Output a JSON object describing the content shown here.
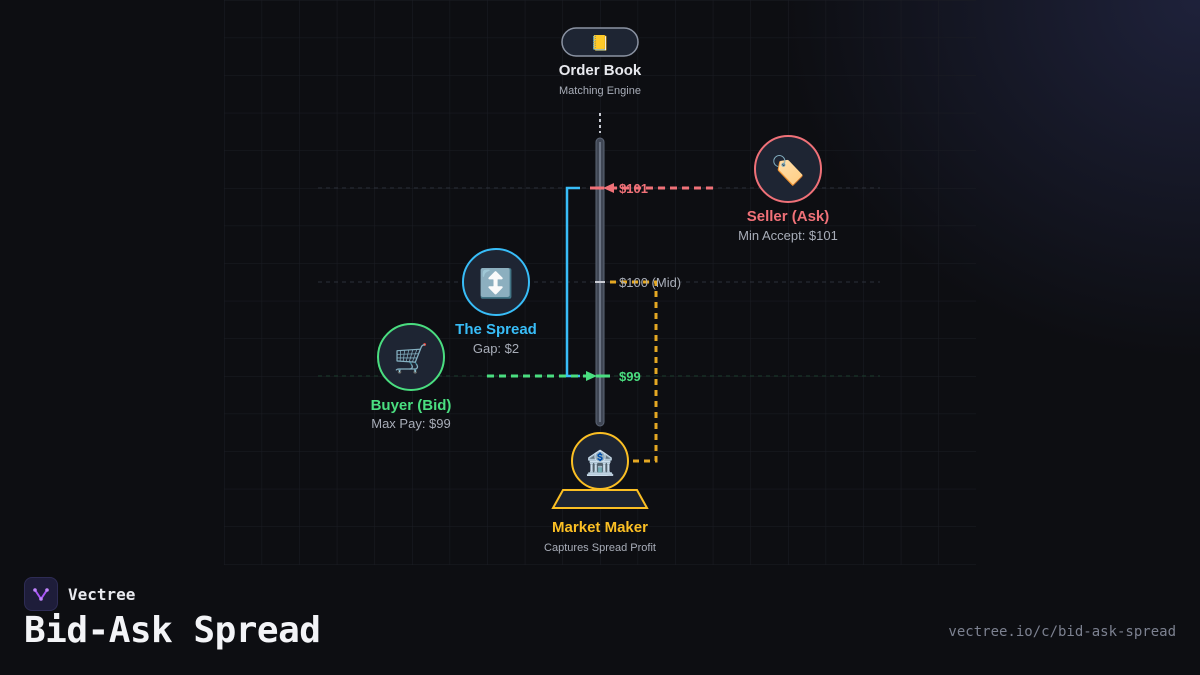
{
  "brand": {
    "name": "Vectree",
    "logo_icon": "vectree-logo-icon",
    "accent": "#a855f7"
  },
  "page": {
    "title": "Bid-Ask Spread",
    "url": "vectree.io/c/bid-ask-spread"
  },
  "diagram": {
    "order_book": {
      "title": "Order Book",
      "subtitle": "Matching Engine",
      "icon": "ledger-icon",
      "glyph": "📒",
      "color": "#e8e9ee"
    },
    "seller": {
      "title": "Seller (Ask)",
      "subtitle": "Min Accept: $101",
      "icon": "price-tag-icon",
      "glyph": "🏷️",
      "color": "#f07178"
    },
    "spread": {
      "title": "The Spread",
      "subtitle": "Gap: $2",
      "icon": "up-down-arrow-icon",
      "glyph": "↕️",
      "color": "#38bdf8"
    },
    "buyer": {
      "title": "Buyer (Bid)",
      "subtitle": "Max Pay: $99",
      "icon": "shopping-cart-icon",
      "glyph": "🛒",
      "color": "#4ade80"
    },
    "market_maker": {
      "title": "Market Maker",
      "subtitle": "Captures Spread Profit",
      "icon": "bank-icon",
      "glyph": "🏦",
      "color": "#fbbf24"
    },
    "price_levels": {
      "ask": "$101",
      "mid": "$100 (Mid)",
      "bid": "$99"
    }
  }
}
